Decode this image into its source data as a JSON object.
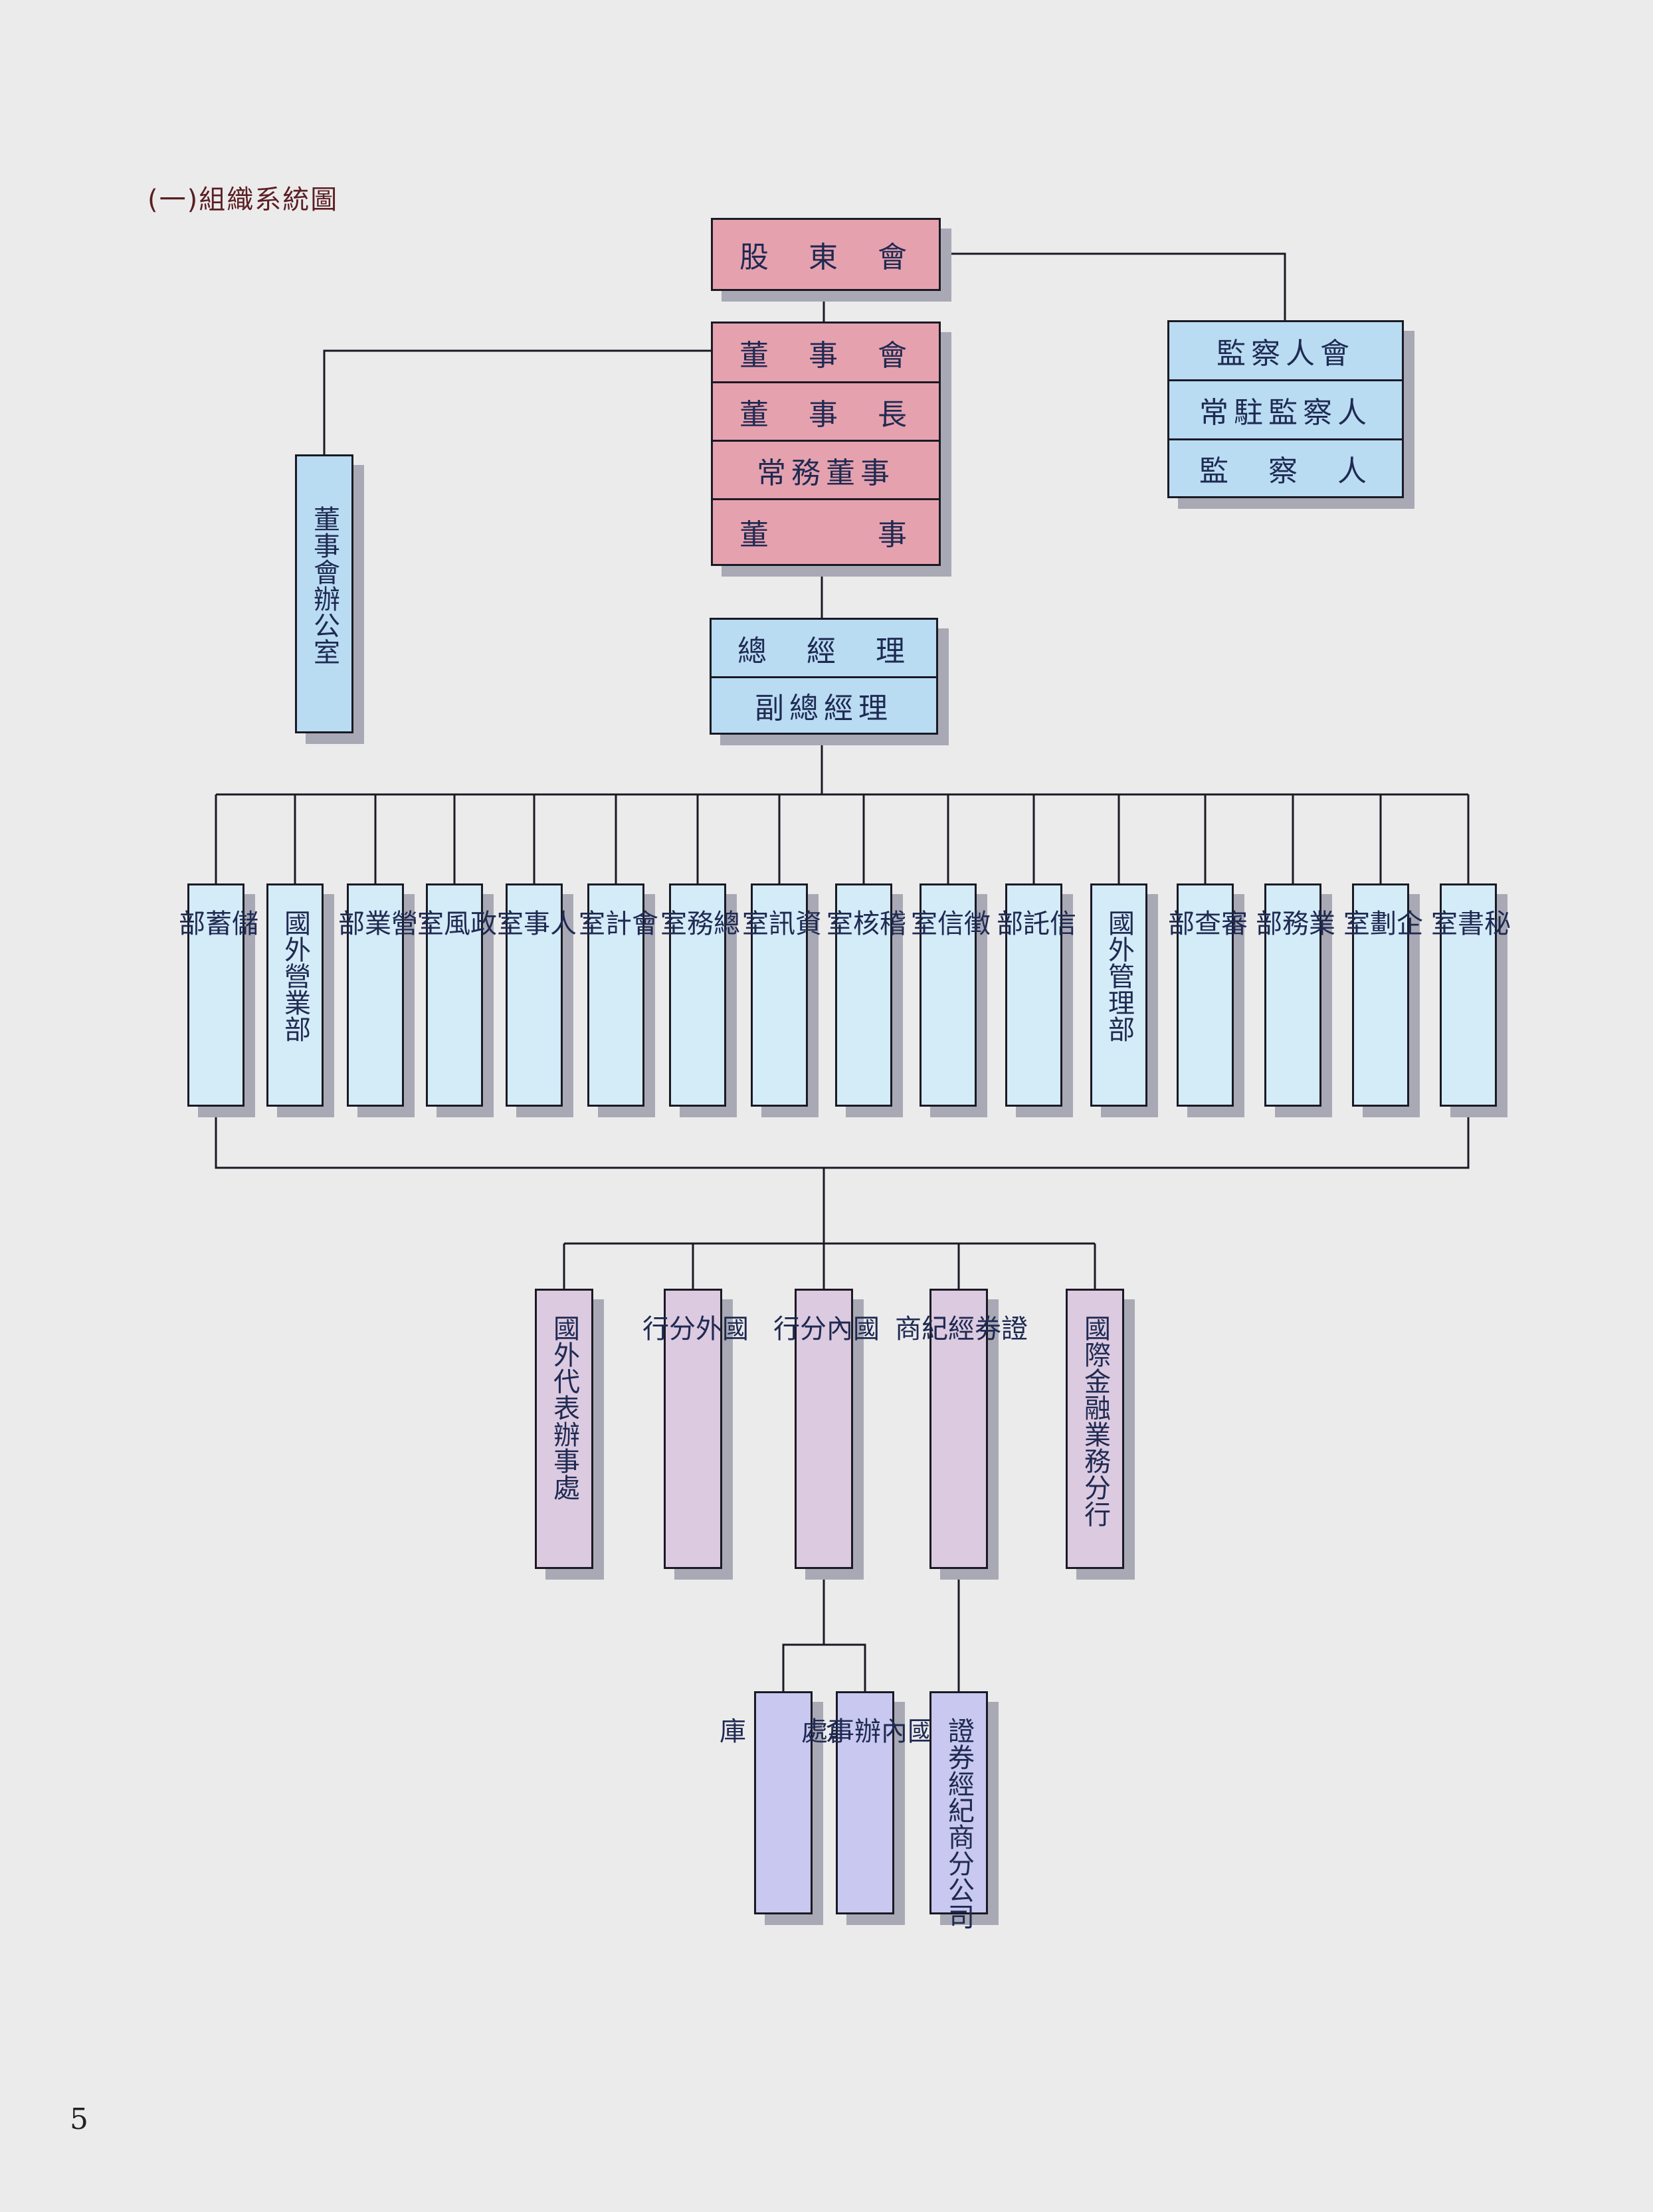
{
  "title": "(一)組織系統圖",
  "page_number": "5",
  "top": {
    "shareholders": "股　東　會",
    "board": [
      "董　事　會",
      "董　事　長",
      "常務董事",
      "董　　　事"
    ],
    "supervisors": [
      "監察人會",
      "常駐監察人",
      "監　察　人"
    ],
    "board_office": "董事會辦公室",
    "management": [
      "總　經　理",
      "副總經理"
    ]
  },
  "departments": [
    {
      "label": "儲\n蓄\n部"
    },
    {
      "label": "國外營業部"
    },
    {
      "label": "營\n業\n部"
    },
    {
      "label": "政\n風\n室"
    },
    {
      "label": "人\n事\n室"
    },
    {
      "label": "會\n計\n室"
    },
    {
      "label": "總\n務\n室"
    },
    {
      "label": "資\n訊\n室"
    },
    {
      "label": "稽\n核\n室"
    },
    {
      "label": "徵\n信\n室"
    },
    {
      "label": "信\n託\n部"
    },
    {
      "label": "國外管理部"
    },
    {
      "label": "審\n查\n部"
    },
    {
      "label": "業\n務\n部"
    },
    {
      "label": "企\n劃\n室"
    },
    {
      "label": "秘\n書\n室"
    }
  ],
  "branches": [
    {
      "label": "國外代表辦事處"
    },
    {
      "label": "國\n外\n分\n行"
    },
    {
      "label": "國\n內\n分\n行"
    },
    {
      "label": "證\n券\n經\n紀\n商"
    },
    {
      "label": "國際金融業務分行"
    }
  ],
  "sub_units": [
    {
      "label": "倉\n\n\n\n庫"
    },
    {
      "label": "國\n內\n辦\n事\n處"
    },
    {
      "label": "證券經紀商分公司"
    }
  ],
  "colors": {
    "top_tier": "#e6a1ae",
    "supervisor_tier": "#b9dcf3",
    "department_tier": "#d4ebf8",
    "branch_tier": "#dccae0",
    "sub_unit_tier": "#c8c8f0",
    "line": "#1a1a24"
  }
}
